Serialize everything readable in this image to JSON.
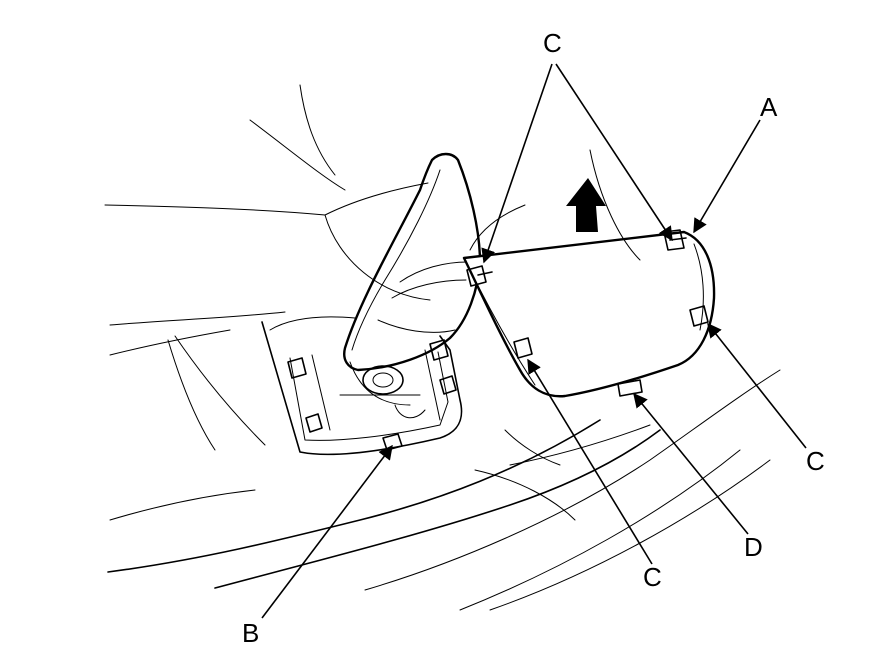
{
  "callouts": {
    "c_top": "C",
    "a": "A",
    "c_right": "C",
    "d": "D",
    "c_bottom": "C",
    "b": "B"
  },
  "icons": {
    "direction": "up-arrow-icon"
  },
  "colors": {
    "line": "#000000",
    "background": "#ffffff"
  }
}
